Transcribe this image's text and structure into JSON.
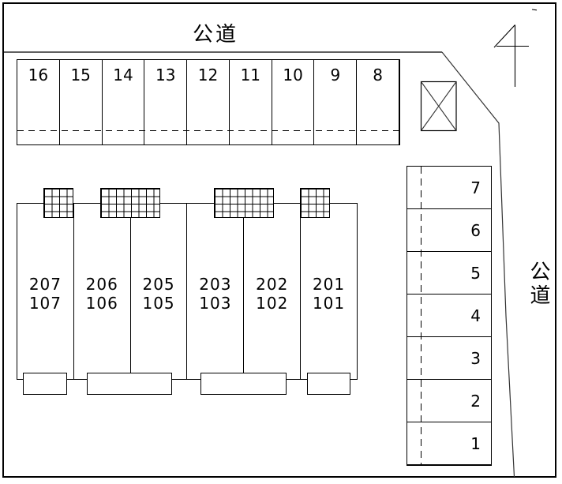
{
  "plan": {
    "background_color": "#ffffff",
    "line_color": "#000000"
  },
  "roads": {
    "top_label": "公道",
    "right_label": "公道"
  },
  "parking_row": {
    "spaces": [
      "16",
      "15",
      "14",
      "13",
      "12",
      "11",
      "10",
      "9",
      "8"
    ]
  },
  "parking_column": {
    "spaces": [
      "7",
      "6",
      "5",
      "4",
      "3",
      "2",
      "1"
    ]
  },
  "building": {
    "units": [
      {
        "upper": "207",
        "lower": "107"
      },
      {
        "upper": "206",
        "lower": "106"
      },
      {
        "upper": "205",
        "lower": "105"
      },
      {
        "upper": "203",
        "lower": "103"
      },
      {
        "upper": "202",
        "lower": "102"
      },
      {
        "upper": "201",
        "lower": "101"
      }
    ]
  },
  "symbols": {
    "crossed_box": "crossed-box",
    "north_mark": "north-mark"
  }
}
